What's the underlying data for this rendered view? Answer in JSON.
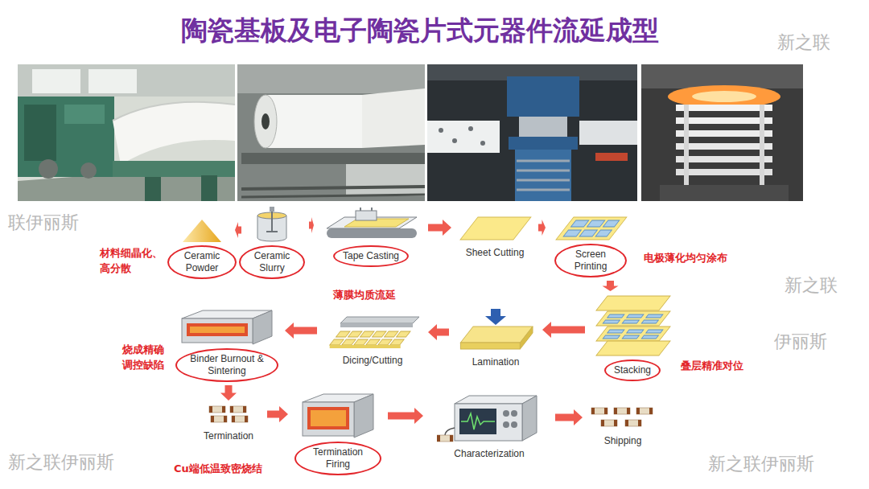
{
  "diagram": {
    "title": "陶瓷基板及电子陶瓷片式元器件流延成型",
    "nodes": [
      {
        "text": [
          "Ceramic Powder"
        ]
      },
      {
        "text": [
          "Ceramic Slurry"
        ]
      },
      {
        "text": [
          "Tape Casting"
        ]
      },
      {
        "text": [
          "Sheet Cutting"
        ]
      },
      {
        "text": [
          "Screen Printing"
        ]
      },
      {
        "text": [
          "Stacking"
        ]
      },
      {
        "text": [
          "Lamination"
        ]
      },
      {
        "text": [
          "Dicing/Cutting"
        ]
      },
      {
        "text": [
          "Binder Burnout & Sintering"
        ]
      },
      {
        "text": [
          "Termination"
        ]
      },
      {
        "text": [
          "Termination Firing"
        ]
      },
      {
        "text": [
          "Characterization"
        ]
      },
      {
        "text": [
          "Shipping"
        ]
      }
    ],
    "edges": [
      {
        "from": 0,
        "to": 1,
        "arrow": "to"
      },
      {
        "from": 1,
        "to": 2,
        "arrow": "to"
      },
      {
        "from": 2,
        "to": 3,
        "arrow": "to"
      },
      {
        "from": 3,
        "to": 4,
        "arrow": "to"
      },
      {
        "from": 4,
        "to": 5,
        "arrow": "to"
      },
      {
        "from": 5,
        "to": 6,
        "arrow": "to"
      },
      {
        "from": 6,
        "to": 7,
        "arrow": "to"
      },
      {
        "from": 7,
        "to": 8,
        "arrow": "to"
      },
      {
        "from": 8,
        "to": 9,
        "arrow": "to"
      },
      {
        "from": 9,
        "to": 10,
        "arrow": "to"
      },
      {
        "from": 10,
        "to": 11,
        "arrow": "to"
      },
      {
        "from": 11,
        "to": 12,
        "arrow": "to"
      }
    ],
    "labels": [
      "材料细晶化、高分散",
      "薄膜均质流延",
      "电极薄化均匀涂布",
      "叠层精准对位",
      "烧成精确调控缺陷",
      "Cu端低温致密烧结",
      "新之联",
      "联伊丽斯",
      "新之联",
      "伊丽斯",
      "新之联伊丽斯",
      "新之联伊丽斯"
    ]
  }
}
